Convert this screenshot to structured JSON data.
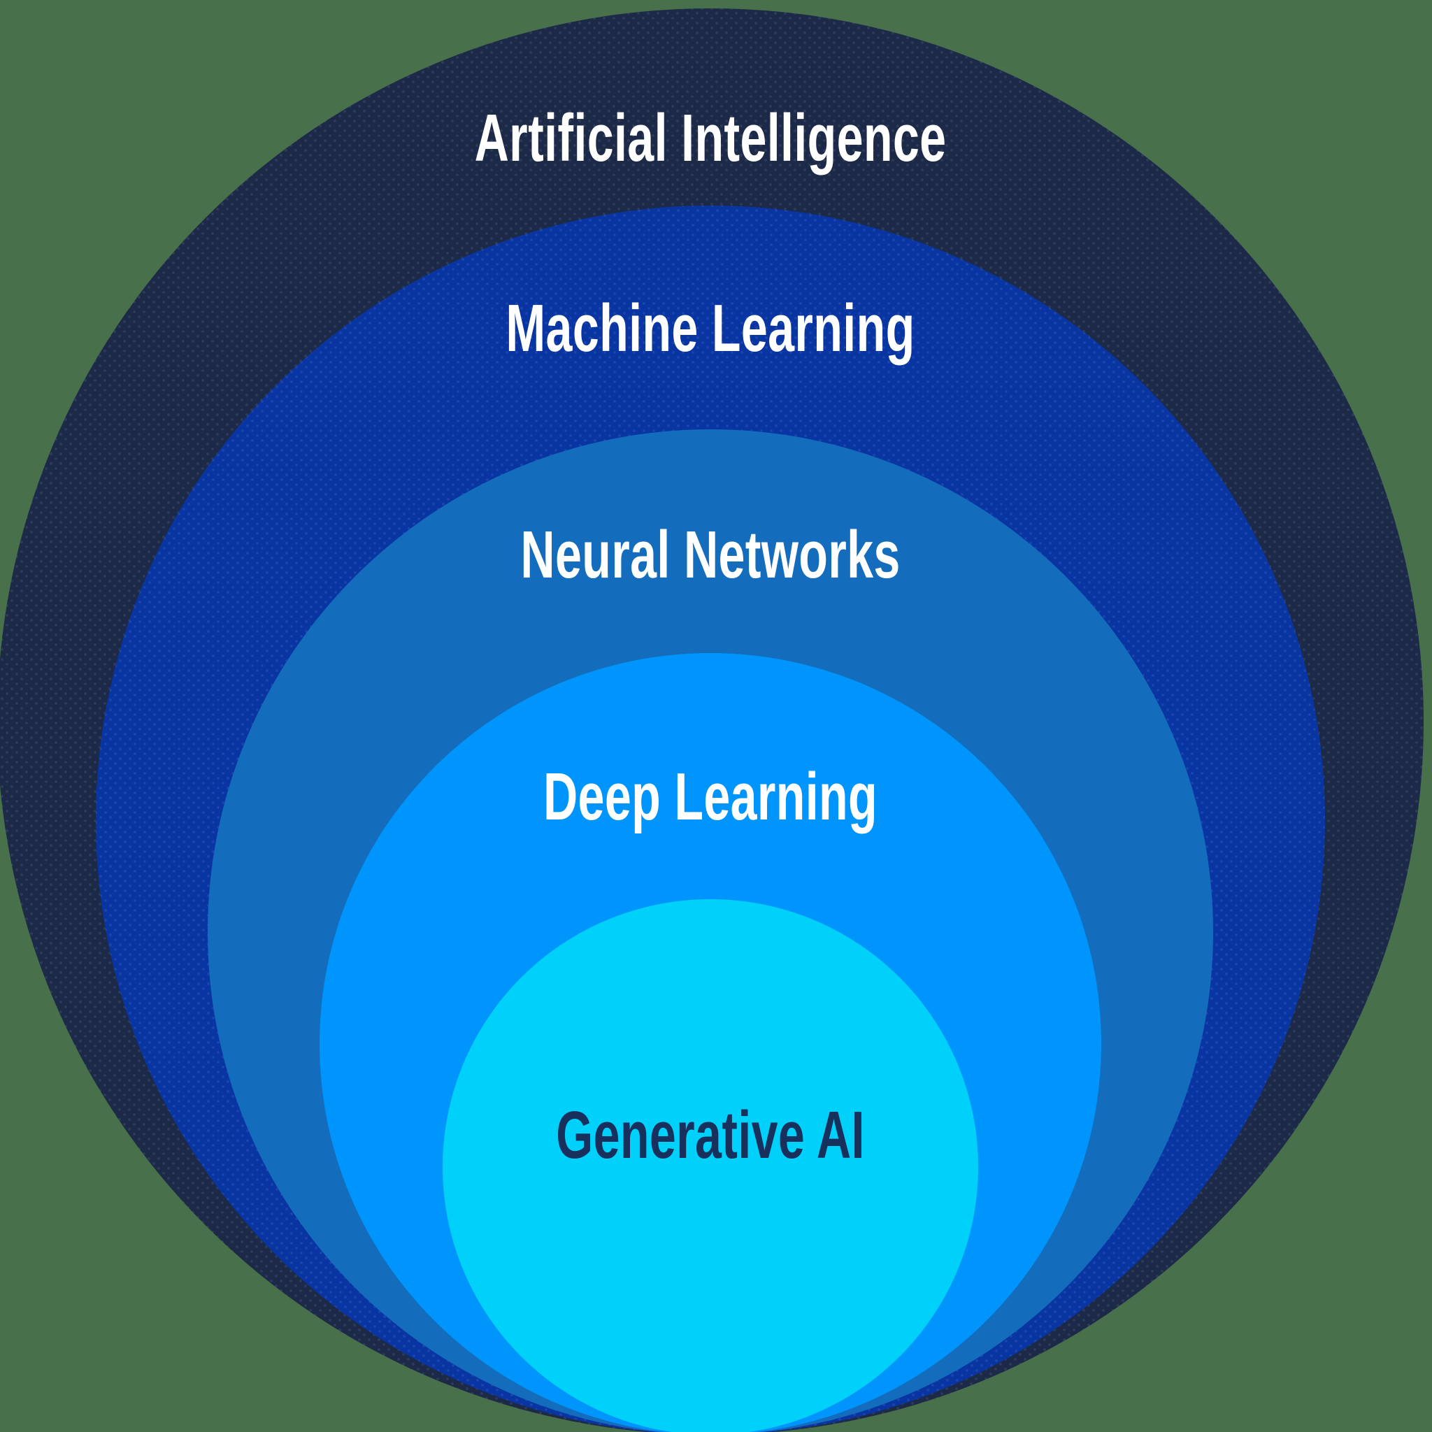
{
  "diagram": {
    "type": "nested-circles",
    "background_color": "#47704b",
    "layers": [
      {
        "label": "Artificial Intelligence",
        "fill": "#1d2a47",
        "text_color": "#ffffff",
        "textured": true
      },
      {
        "label": "Machine Learning",
        "fill": "#0935a2",
        "text_color": "#ffffff",
        "textured": true
      },
      {
        "label": "Neural Networks",
        "fill": "#146dbc",
        "text_color": "#ffffff",
        "textured": false
      },
      {
        "label": "Deep Learning",
        "fill": "#0095fc",
        "text_color": "#ffffff",
        "textured": false
      },
      {
        "label": "Generative AI",
        "fill": "#00d1fb",
        "text_color": "#17305c",
        "textured": false
      }
    ]
  }
}
